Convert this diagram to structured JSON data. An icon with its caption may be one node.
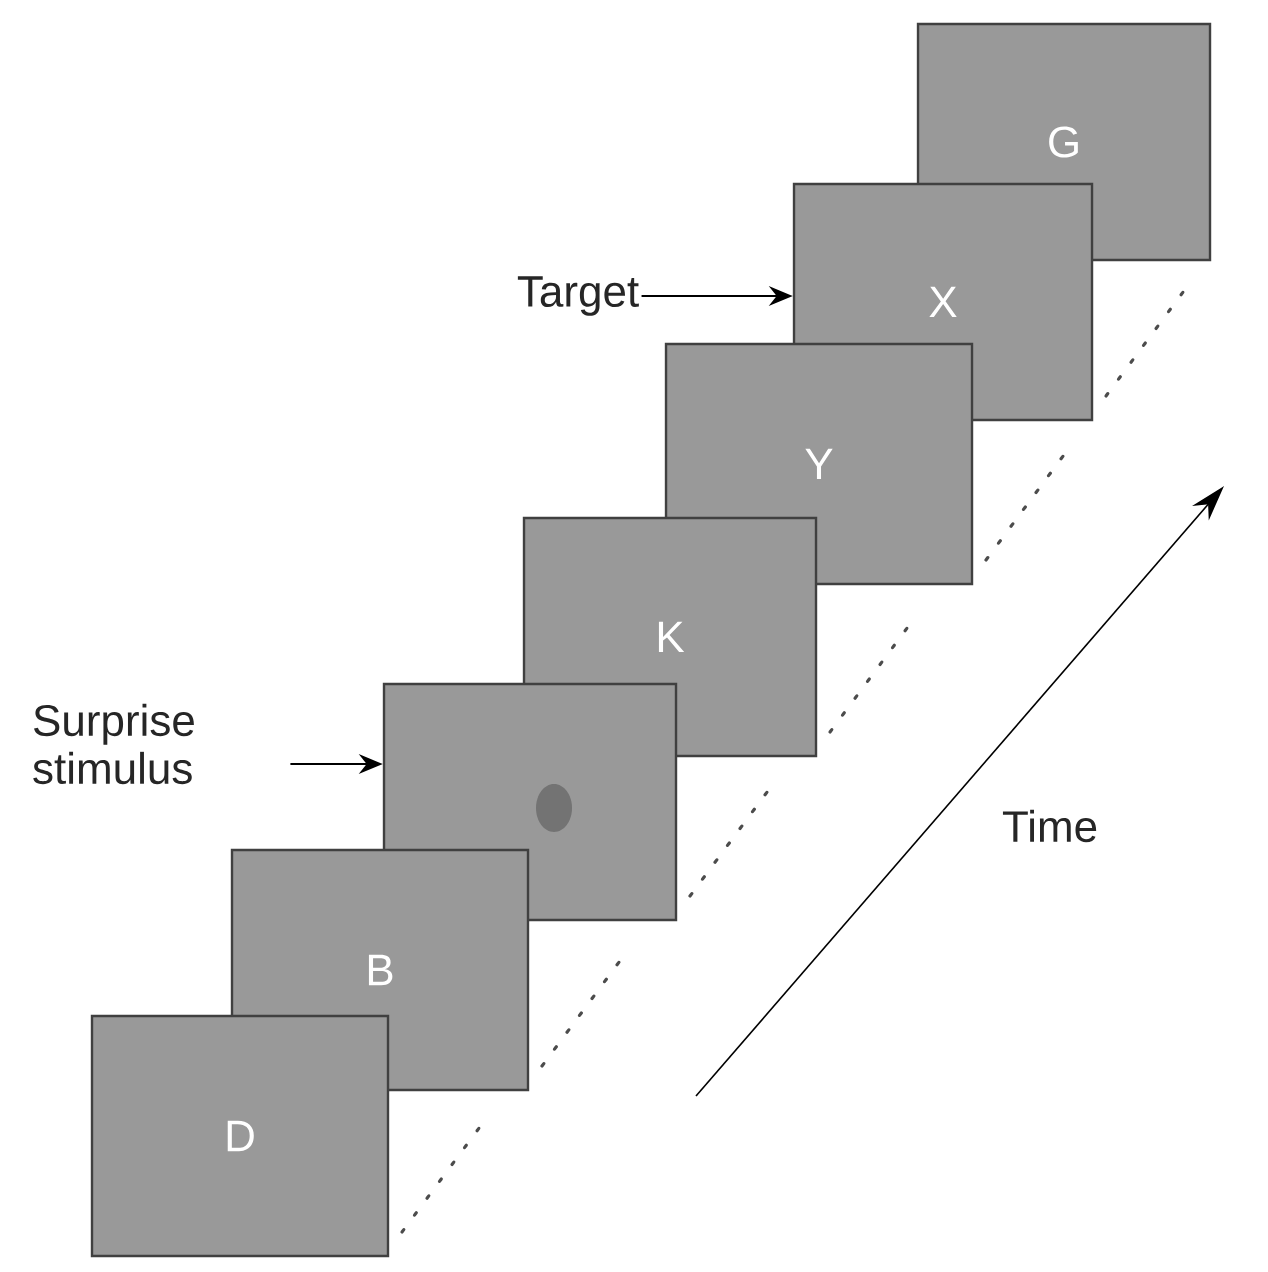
{
  "diagram": {
    "nodes": [
      {
        "text": [
          "D"
        ]
      },
      {
        "text": [
          "B"
        ]
      },
      {
        "text": [],
        "shape": "box"
      },
      {
        "text": [
          "K"
        ]
      },
      {
        "text": [
          "Y"
        ]
      },
      {
        "text": [
          "X"
        ]
      },
      {
        "text": [
          "G"
        ]
      },
      {
        "text": [
          "Surprise stimulus"
        ]
      },
      {
        "text": [
          "Target"
        ]
      }
    ],
    "edges": [
      {
        "from": 7,
        "to": 2,
        "arrow": "to"
      },
      {
        "from": 8,
        "to": 5,
        "arrow": "to"
      }
    ],
    "labels": [
      "Time"
    ]
  }
}
